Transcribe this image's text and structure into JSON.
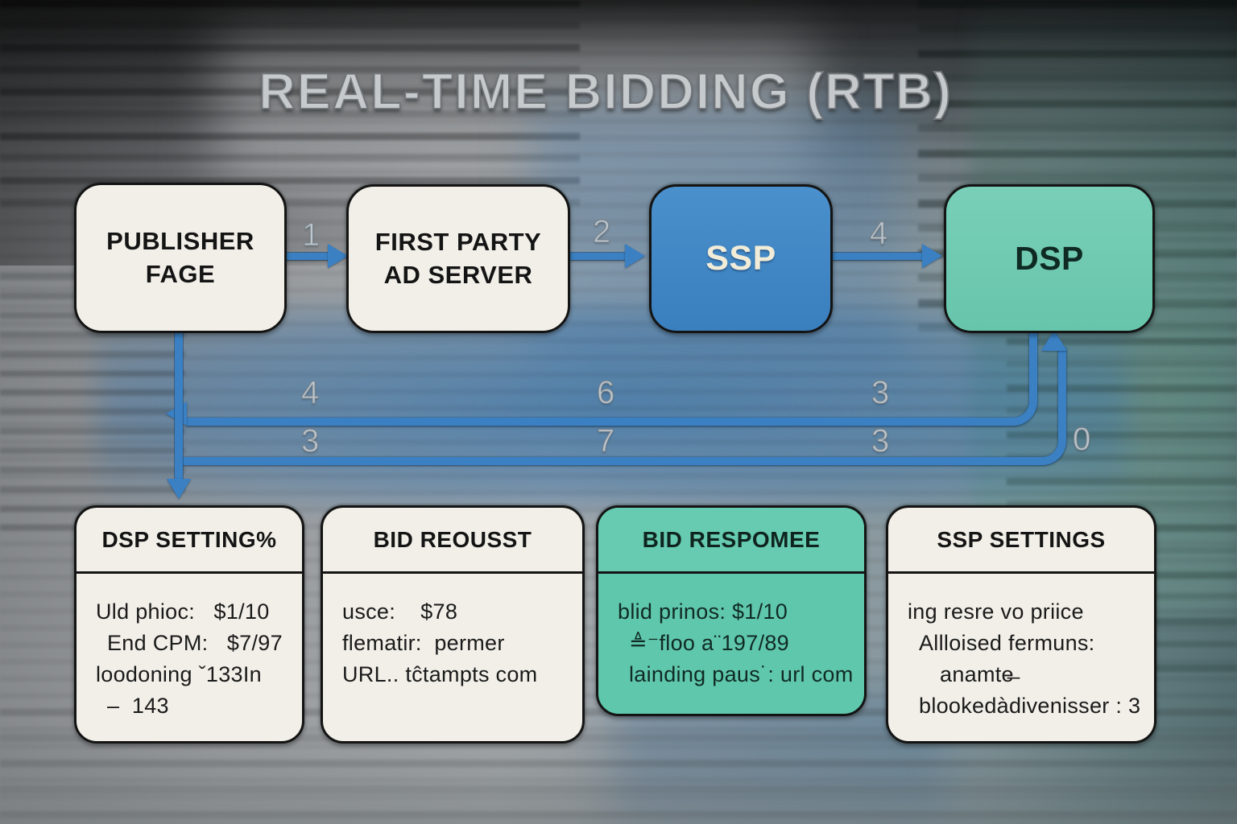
{
  "title": "REAL-TIME BIDDING (RTB)",
  "nodes": [
    {
      "label": "PUBLISHER\nFAGE"
    },
    {
      "label": "FIRST PARTY\nAD SERVER"
    },
    {
      "label": "SSP"
    },
    {
      "label": "DSP"
    }
  ],
  "flow_numbers": {
    "top": [
      "1",
      "2",
      "4"
    ],
    "upper_return": [
      "4",
      "6",
      "3"
    ],
    "lower_forward": [
      "3",
      "7",
      "3",
      "0"
    ]
  },
  "cards": [
    {
      "title": "DSP SETTING%",
      "lines": [
        "Uld phioc:   $1/10",
        "End CPM:   $7/97",
        "loodoning ˇ133In",
        "–  143"
      ]
    },
    {
      "title": "BID REOUSST",
      "lines": [
        "usce:    $78",
        "flematir:  permer",
        "URL.. tĉtampts com"
      ]
    },
    {
      "title": "BID RESPOMEE",
      "lines": [
        "blid prinos: $1/10",
        "≜⁻floo a¨197/89",
        "lainding paus˙: url com"
      ]
    },
    {
      "title": "SSP SETTINGS",
      "lines": [
        "ing resre vo priice",
        "Allloised fermuns:",
        "anamte̶",
        "blookedàdivenisser : 3"
      ]
    }
  ],
  "colors": {
    "arrow_blue": "#3a80c2",
    "ssp_fill": "#3d86c6",
    "teal_fill": "#63c8ad",
    "node_fill": "#f1efe8",
    "title_gray": "#ced2d5"
  }
}
